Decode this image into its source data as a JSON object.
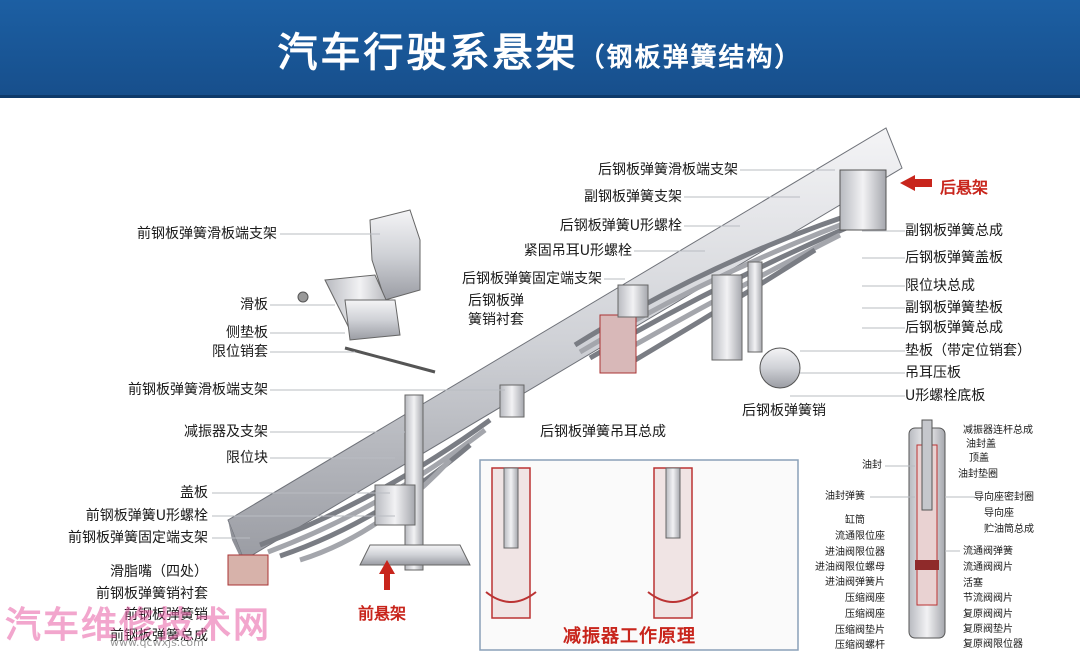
{
  "header": {
    "title": "汽车行驶系悬架",
    "subtitle": "（钢板弹簧结构）"
  },
  "front_labels": [
    "前钢板弹簧滑板端支架",
    "滑板",
    "侧垫板",
    "限位销套",
    "前钢板弹簧滑板端支架",
    "减振器及支架",
    "限位块",
    "盖板",
    "前钢板弹簧U形螺栓",
    "前钢板弹簧固定端支架",
    "滑脂嘴（四处）",
    "前钢板弹簧销衬套",
    "前钢板弹簧销",
    "前钢板弹簧总成"
  ],
  "rear_top_labels": [
    "后钢板弹簧滑板端支架",
    "副钢板弹簧支架",
    "后钢板弹簧U形螺栓",
    "紧固吊耳U形螺栓",
    "后钢板弹簧固定端支架",
    "后钢板弹",
    "簧销衬套"
  ],
  "rear_right_labels": [
    "副钢板弹簧总成",
    "后钢板弹簧盖板",
    "限位块总成",
    "副钢板弹簧垫板",
    "后钢板弹簧总成",
    "垫板（带定位销套）",
    "吊耳压板",
    "U形螺栓底板"
  ],
  "rear_bottom_labels": [
    "后钢板弹簧销",
    "后钢板弹簧吊耳总成"
  ],
  "callouts": {
    "rear": "后悬架",
    "front": "前悬架",
    "shock_principle": "减振器工作原理"
  },
  "shock_left_labels": [
    "油封",
    "油封弹簧",
    "缸筒",
    "流通限位座",
    "进油阀限位器",
    "进油阀限位螺母",
    "进油阀弹簧片",
    "压缩阀座",
    "压缩阀座",
    "压缩阀垫片",
    "压缩阀螺杆"
  ],
  "shock_right_labels": [
    "减振器连杆总成",
    "油封盖",
    "顶盖",
    "油封垫圈",
    "导向座密封圈",
    "导向座",
    "贮油筒总成",
    "流通阀弹簧",
    "流通阀阀片",
    "活塞",
    "节流阀阀片",
    "复原阀阀片",
    "复原阀垫片",
    "复原阀限位器"
  ],
  "watermark": {
    "text": "汽车维修技术网",
    "url": "www.qcwxjs.com"
  },
  "colors": {
    "banner": "#1c5fa3",
    "accent_red": "#c8251c"
  }
}
